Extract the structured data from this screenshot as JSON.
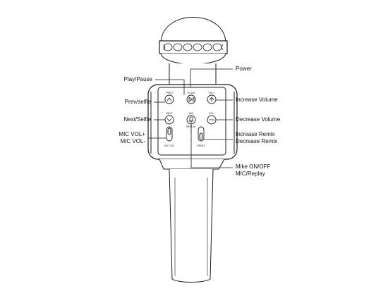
{
  "labels": {
    "power": "Power",
    "play_pause": "Play/Pause",
    "prev_selfie": "Prev/selfie",
    "next_selfie": "Next/Selfie",
    "mic_vol_plus": "MIC VOL+",
    "mic_vol_minus": "MIC VOL-",
    "increase_volume": "Increase Volume",
    "decrease_volume": "Decrease Volume",
    "increase_remix": "Increase Remix",
    "decrease_remix": "Decrease Remix",
    "mike_on_off": "Mike ON/OFF",
    "mic_replay": "MIC/Replay"
  },
  "panel": {
    "prev": "PREV",
    "scan": "SCAN",
    "vol_plus": "VOL+",
    "next": "NEXT",
    "mic": "MIC",
    "vol_minus": "VOL-",
    "replay": "REPLAY",
    "mic_vol": "MIC VOL",
    "remix": "REMIX"
  },
  "icons": {
    "prev": "chevron-up-icon",
    "play_pause": "play-pause-icon",
    "vol_up": "volume-up-icon",
    "next": "chevron-down-icon",
    "mic": "microphone-icon",
    "vol_down": "volume-down-icon"
  },
  "colors": {
    "line": "#1a1a1a",
    "background": "#ffffff"
  }
}
